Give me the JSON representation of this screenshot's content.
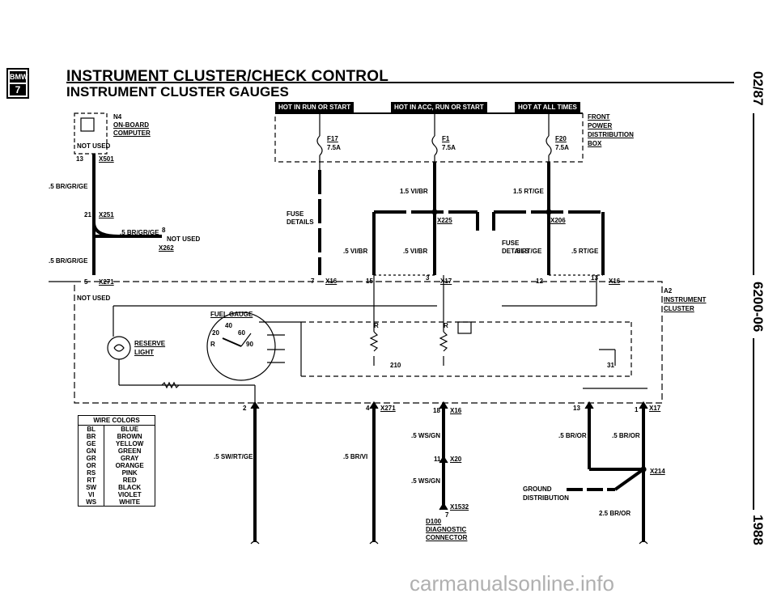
{
  "header": {
    "badge_top": "BMW",
    "badge_bottom": "7",
    "title": "INSTRUMENT CLUSTER/CHECK CONTROL",
    "subtitle": "INSTRUMENT CLUSTER GAUGES"
  },
  "side": {
    "date": "02/87",
    "code": "6200-06",
    "year": "1988"
  },
  "power_bars": {
    "run_start": "HOT IN RUN OR START",
    "acc_run_start": "HOT IN ACC, RUN OR START",
    "all_times": "HOT AT ALL TIMES"
  },
  "labels": {
    "n4": "N4",
    "obc_line1": "ON-BOARD",
    "obc_line2": "COMPUTER",
    "not_used_top": "NOT USED",
    "pin13_x501": "13",
    "x501": "X501",
    "wire_brgnge_1": ".5 BR/GR/GE",
    "pin21": "21",
    "x251": "X251",
    "wire_brgnge_2": ".5 BR/GR/GE",
    "pin8": "8",
    "not_used_mid": "NOT USED",
    "x262": "X262",
    "wire_brgnge_3": ".5 BR/GR/GE",
    "pin5": "5",
    "x271_top": "X271",
    "not_used_cluster": "NOT USED",
    "f17": "F17",
    "f17_amp": "7.5A",
    "f1": "F1",
    "f1_amp": "7.5A",
    "f20": "F20",
    "f20_amp": "7.5A",
    "front_power_1": "FRONT",
    "front_power_2": "POWER",
    "front_power_3": "DISTRIBUTION",
    "front_power_4": "BOX",
    "fuse_details_1a": "FUSE",
    "fuse_details_1b": "DETAILS",
    "fuse_details_2a": "FUSE",
    "fuse_details_2b": "DETAILS",
    "wire_15_vibr": "1.5 VI/BR",
    "wire_15_rtge": "1.5 RT/GE",
    "x225": "X225",
    "x206": "X206",
    "wire_5_vibr_a": ".5 VI/BR",
    "wire_5_vibr_b": ".5 VI/BR",
    "wire_5_rtge_a": ".5 RT/GE",
    "wire_5_rtge_b": ".5 RT/GE",
    "pin7_x16": "7",
    "x16_a": "X16",
    "pin15": "15",
    "pin3": "3",
    "x17_a": "X17",
    "pin12": "12",
    "pin13_x16": "13",
    "x16_b": "X16",
    "a2": "A2",
    "instrument_1": "INSTRUMENT",
    "instrument_2": "CLUSTER",
    "fuel_gauge": "FUEL GAUGE",
    "reserve_1": "RESERVE",
    "reserve_2": "LIGHT",
    "gauge_40": "40",
    "gauge_60": "60",
    "gauge_20": "20",
    "gauge_r": "R",
    "gauge_90": "90",
    "r_a": "R",
    "r_b": "R",
    "n210": "210",
    "n31": "31",
    "pin2": "2",
    "pin4": "4",
    "x271_b": "X271",
    "pin18": "18",
    "x16_c": "X16",
    "pin13_b": "13",
    "pin1": "1",
    "x17_b": "X17",
    "wire_ws_gn_a": ".5 WS/GN",
    "wire_br_or_a": ".5 BR/OR",
    "wire_br_or_b": ".5 BR/OR",
    "wire_sw_rt_ge": ".5 SW/RT/GE",
    "wire_br_vi": ".5 BR/VI",
    "pin11": "11",
    "x20": "X20",
    "x214": "X214",
    "wire_ws_gn_b": ".5 WS/GN",
    "ground_1": "GROUND",
    "ground_2": "DISTRIBUTION",
    "x1532": "X1532",
    "pin7_b": "7",
    "d100": "D100",
    "diag_1": "DIAGNOSTIC",
    "diag_2": "CONNECTOR",
    "wire_25_br_or": "2.5 BR/OR"
  },
  "wire_colors": {
    "header": "WIRE COLORS",
    "rows": [
      {
        "code": "BL",
        "name": "BLUE"
      },
      {
        "code": "BR",
        "name": "BROWN"
      },
      {
        "code": "GE",
        "name": "YELLOW"
      },
      {
        "code": "GN",
        "name": "GREEN"
      },
      {
        "code": "GR",
        "name": "GRAY"
      },
      {
        "code": "OR",
        "name": "ORANGE"
      },
      {
        "code": "RS",
        "name": "PINK"
      },
      {
        "code": "RT",
        "name": "RED"
      },
      {
        "code": "SW",
        "name": "BLACK"
      },
      {
        "code": "VI",
        "name": "VIOLET"
      },
      {
        "code": "WS",
        "name": "WHITE"
      }
    ]
  },
  "watermark": "carmanualsonline.info"
}
